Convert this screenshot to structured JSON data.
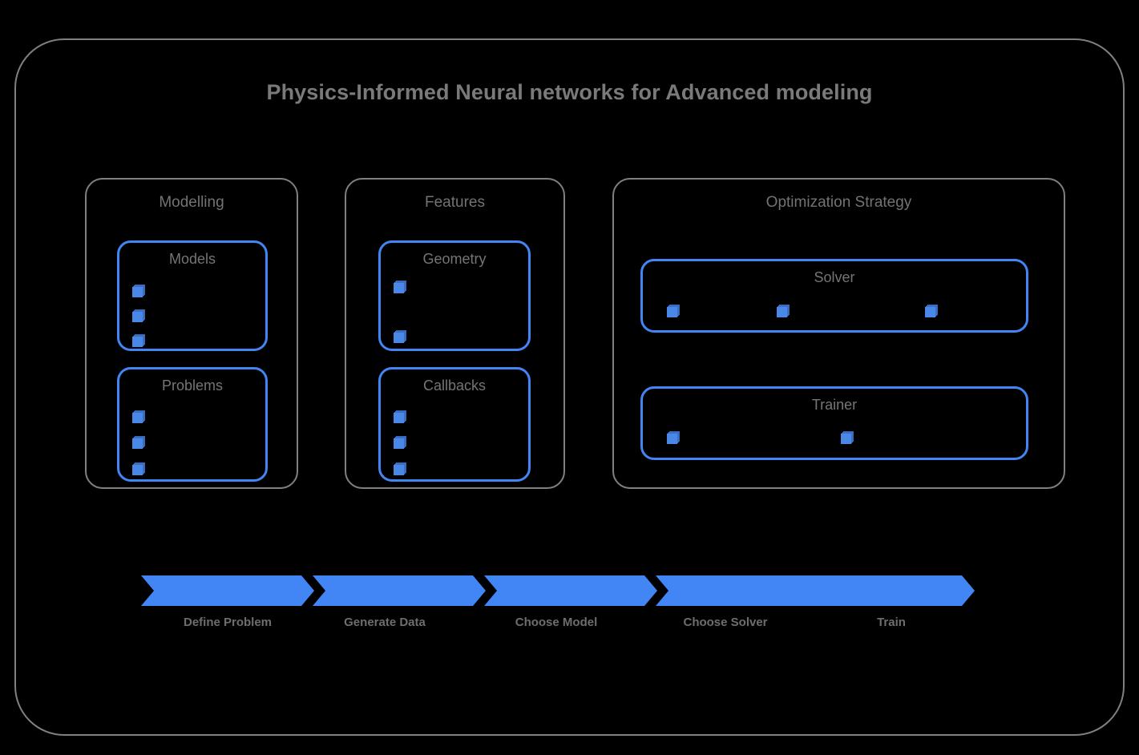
{
  "title": "Physics-Informed Neural networks for Advanced modeling",
  "colors": {
    "background": "#000000",
    "frame_border": "#808080",
    "accent_blue": "#4285f4",
    "bullet_blue": "#4a88e8",
    "label_gray": "#757575",
    "title_gray": "#7a7a7a"
  },
  "groups": [
    {
      "name": "modelling",
      "label": "Modelling",
      "boxes": [
        {
          "name": "models",
          "label": "Models",
          "bullet_count": 3,
          "bullet_layout": "vertical"
        },
        {
          "name": "problems",
          "label": "Problems",
          "bullet_count": 3,
          "bullet_layout": "vertical"
        }
      ]
    },
    {
      "name": "features",
      "label": "Features",
      "boxes": [
        {
          "name": "geometry",
          "label": "Geometry",
          "bullet_count": 2,
          "bullet_layout": "vertical-spread"
        },
        {
          "name": "callbacks",
          "label": "Callbacks",
          "bullet_count": 3,
          "bullet_layout": "vertical"
        }
      ]
    },
    {
      "name": "optimization-strategy",
      "label": "Optimization Strategy",
      "boxes": [
        {
          "name": "solver",
          "label": "Solver",
          "bullet_count": 3,
          "bullet_layout": "horizontal"
        },
        {
          "name": "trainer",
          "label": "Trainer",
          "bullet_count": 2,
          "bullet_layout": "horizontal"
        }
      ]
    }
  ],
  "flow": {
    "steps": [
      {
        "label": "Define Problem"
      },
      {
        "label": "Generate Data"
      },
      {
        "label": "Choose Model"
      },
      {
        "label": "Choose Solver"
      },
      {
        "label": "Train"
      }
    ]
  }
}
